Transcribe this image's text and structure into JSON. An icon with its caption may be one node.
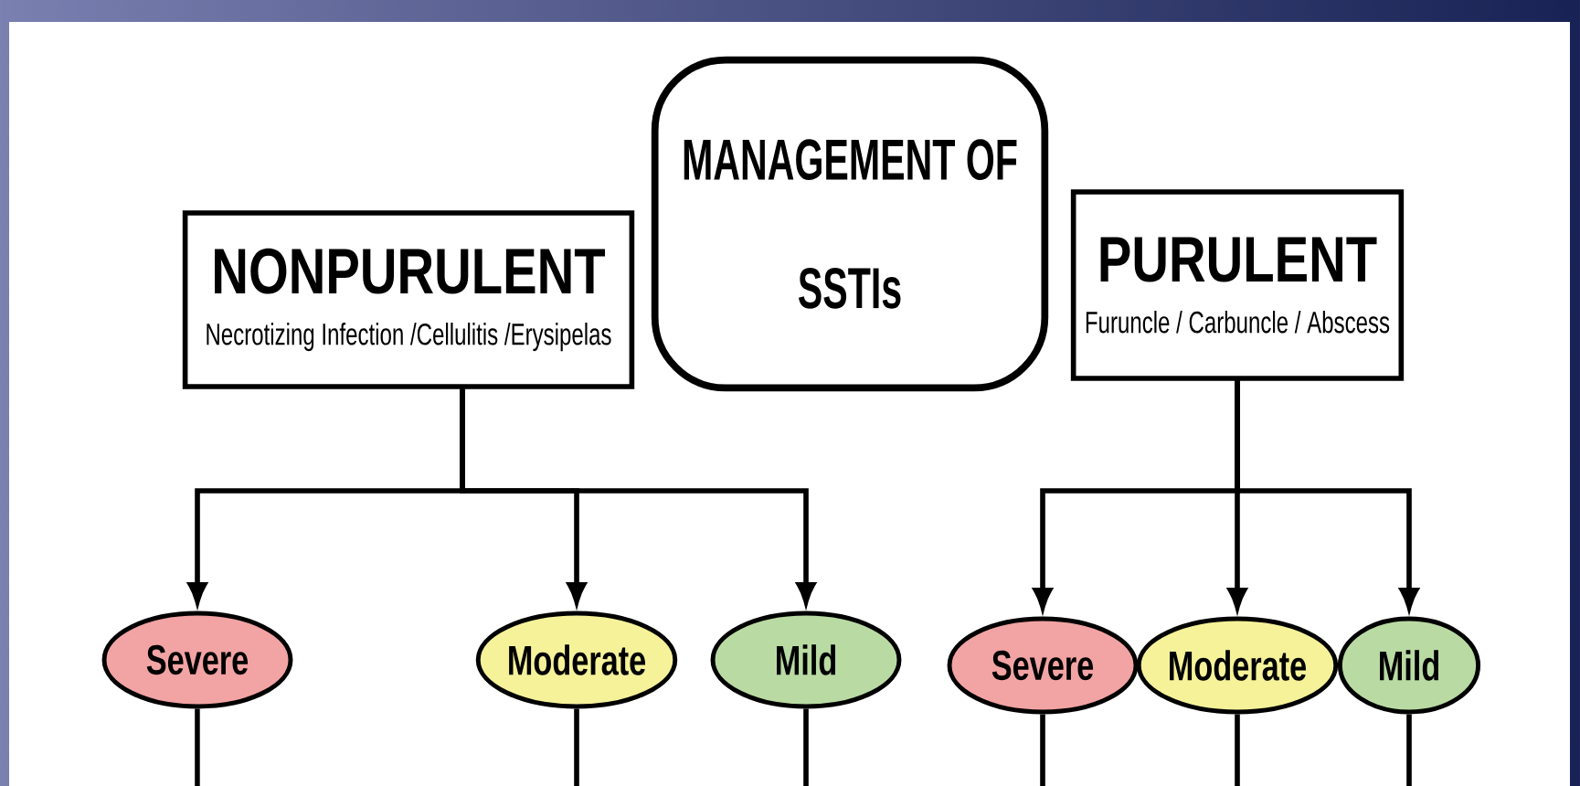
{
  "diagram": {
    "nodes": [
      {
        "text": [
          "MANAGEMENT OF SSTIs"
        ]
      },
      {
        "text": [
          "NONPURULENT",
          "Necrotizing Infection /Cellulitis /Erysipelas"
        ]
      },
      {
        "text": [
          "PURULENT",
          "Furuncle / Carbuncle / Abscess"
        ]
      },
      {
        "text": [
          "Severe"
        ]
      },
      {
        "text": [
          "Moderate"
        ]
      },
      {
        "text": [
          "Mild"
        ]
      },
      {
        "text": [
          "Severe"
        ]
      },
      {
        "text": [
          "Moderate"
        ]
      },
      {
        "text": [
          "Mild"
        ]
      }
    ],
    "edges": [
      {
        "from": 1,
        "to": 3,
        "arrow": "to"
      },
      {
        "from": 1,
        "to": 4,
        "arrow": "to"
      },
      {
        "from": 1,
        "to": 5,
        "arrow": "to"
      },
      {
        "from": 2,
        "to": 6,
        "arrow": "to"
      },
      {
        "from": 2,
        "to": 7,
        "arrow": "to"
      },
      {
        "from": 2,
        "to": 8,
        "arrow": "to"
      },
      {
        "from": 3,
        "to": null,
        "arrow": "none"
      },
      {
        "from": 4,
        "to": null,
        "arrow": "none"
      },
      {
        "from": 5,
        "to": null,
        "arrow": "none"
      },
      {
        "from": 6,
        "to": null,
        "arrow": "none"
      },
      {
        "from": 7,
        "to": null,
        "arrow": "none"
      },
      {
        "from": 8,
        "to": null,
        "arrow": "none"
      }
    ]
  }
}
